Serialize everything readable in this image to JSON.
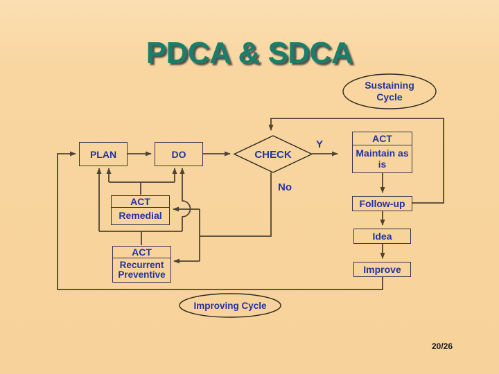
{
  "title": "PDCA & SDCA",
  "page_number": "20/26",
  "ellipses": {
    "sustaining": "Sustaining Cycle",
    "improving": "Improving Cycle"
  },
  "nodes": {
    "plan": "PLAN",
    "do": "DO",
    "check": "CHECK",
    "act_maintain_header": "ACT",
    "act_maintain_body": "Maintain as is",
    "follow_up": "Follow-up",
    "idea": "Idea",
    "improve": "Improve",
    "act_remedial_header": "ACT",
    "act_remedial_body": "Remedial",
    "act_recurrent_header": "ACT",
    "act_recurrent_body": "Recurrent Preventive"
  },
  "edge_labels": {
    "yes": "Y",
    "no": "No"
  },
  "colors": {
    "background": "#F9D6A0",
    "title": "#177F6C",
    "text": "#22339E",
    "connector": "#4D4334",
    "box_border": "#33334F"
  }
}
